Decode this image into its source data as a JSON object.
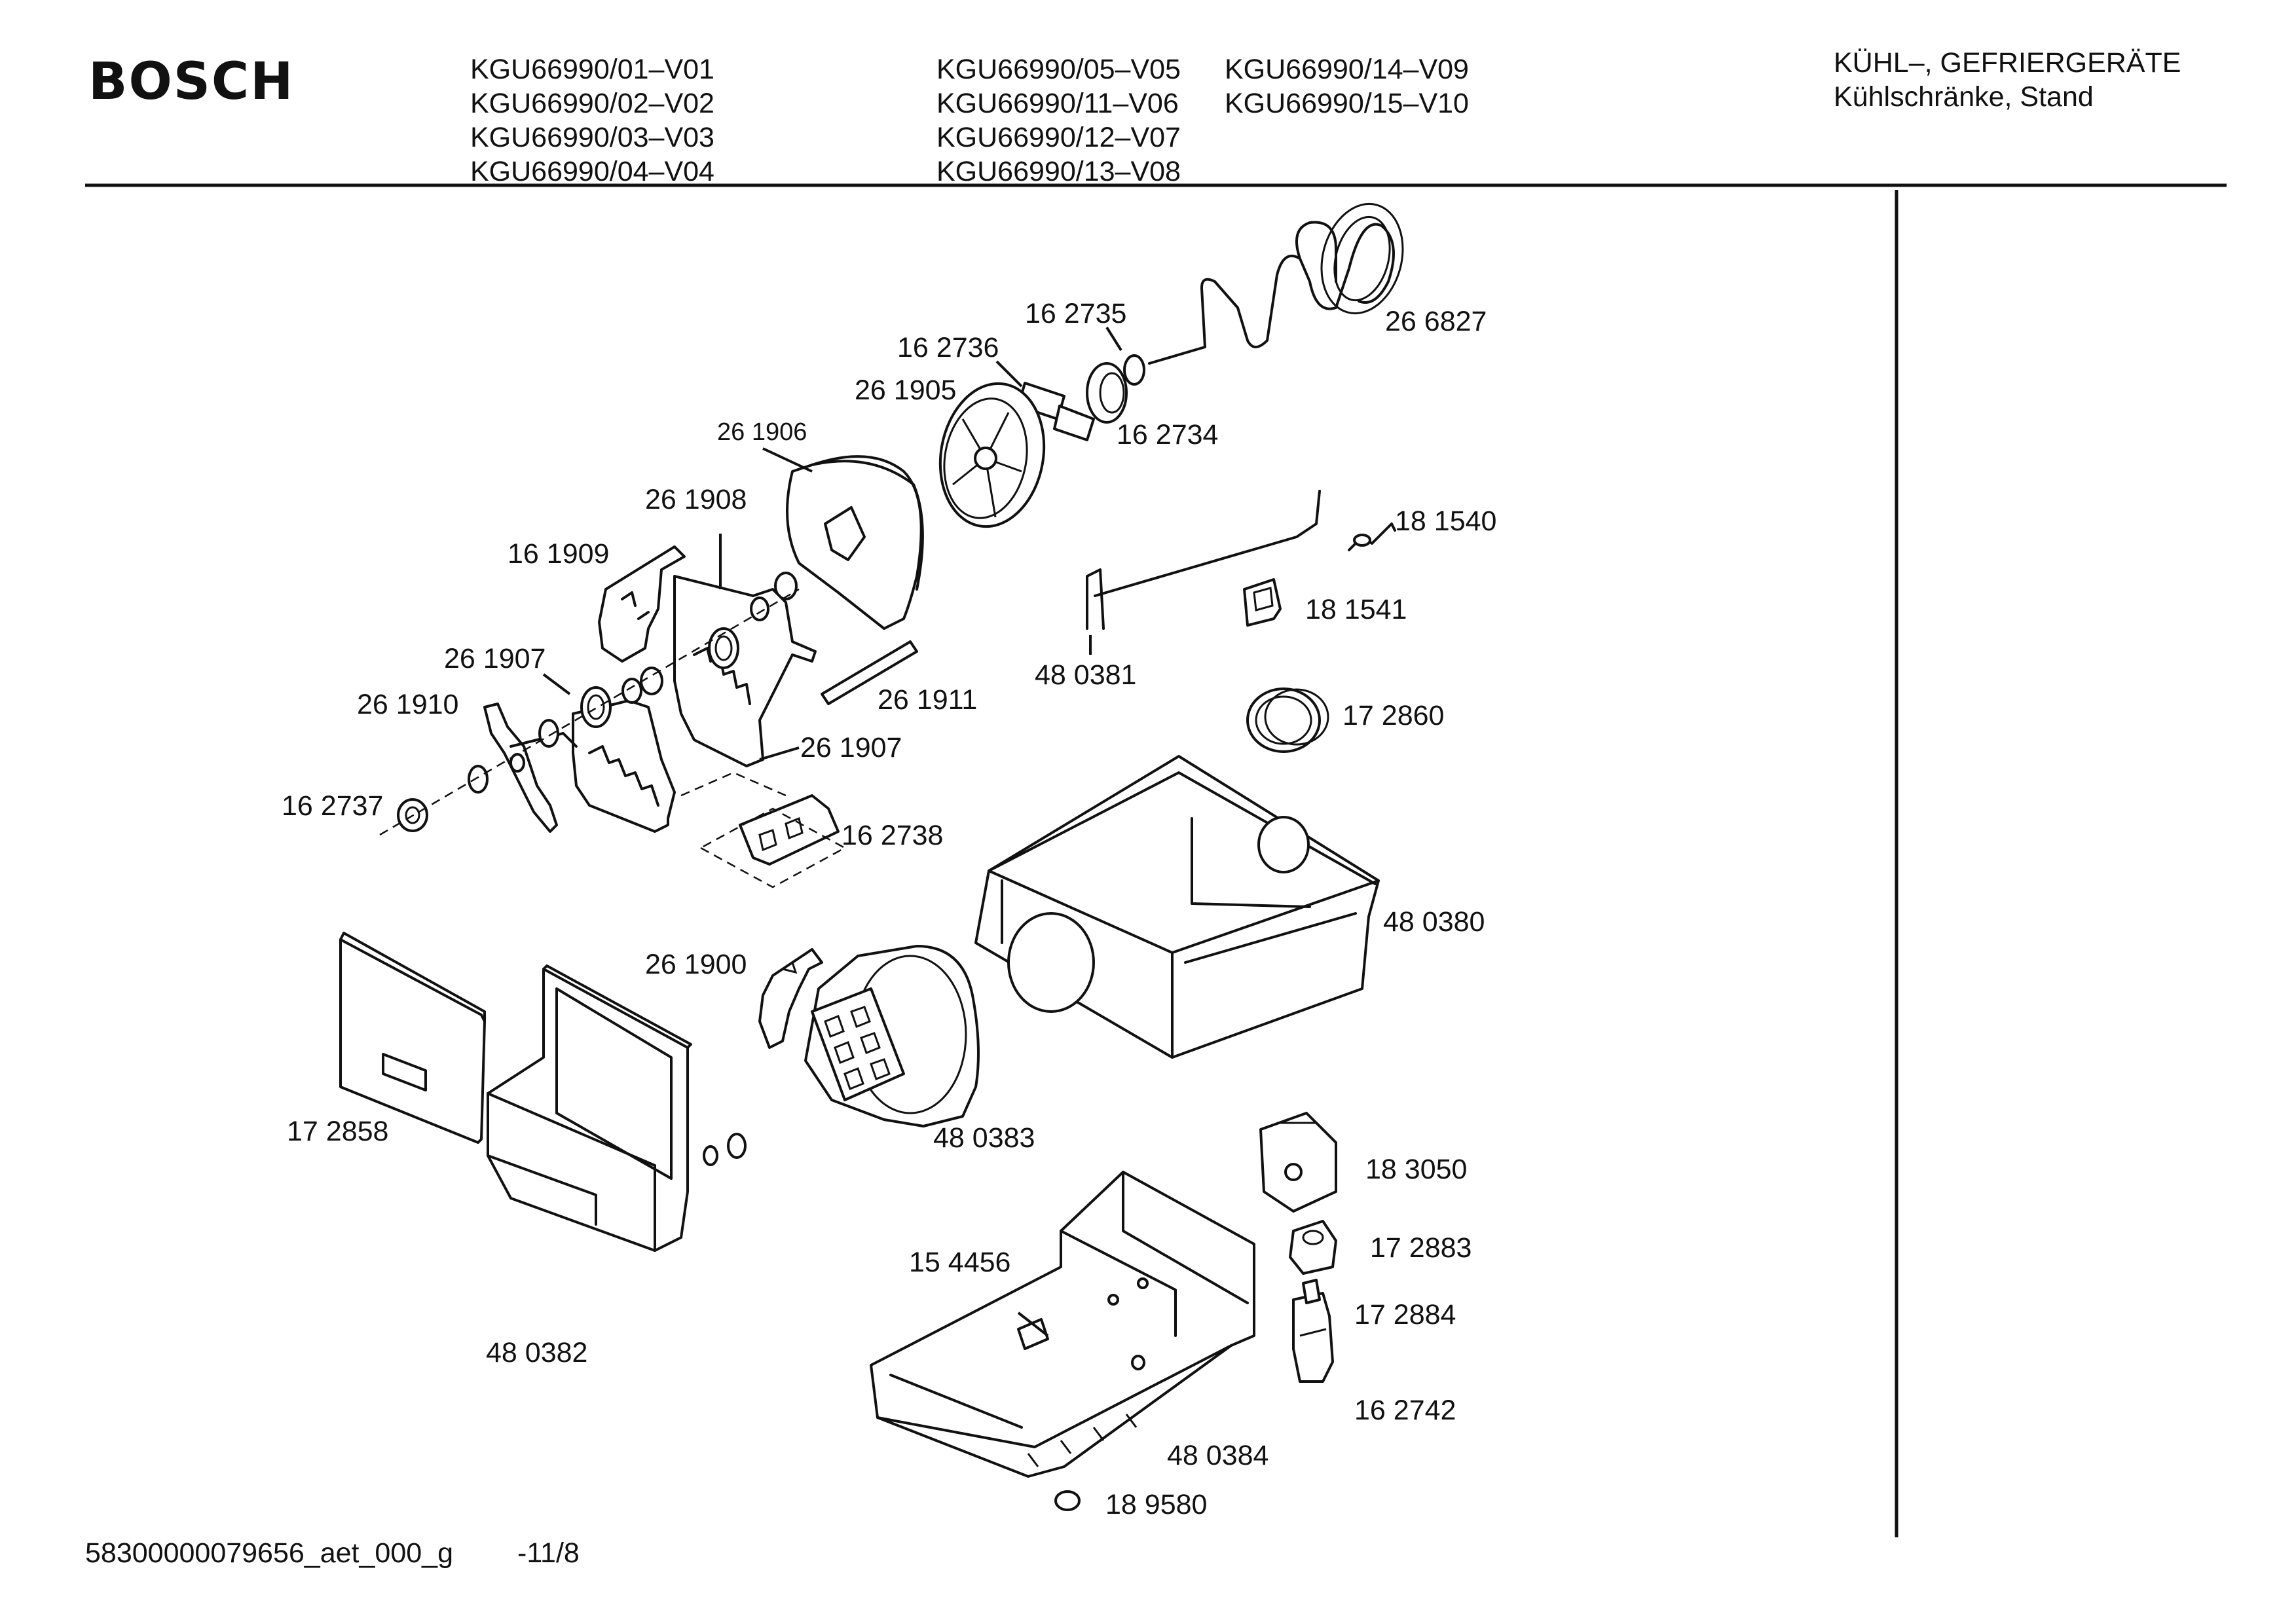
{
  "header": {
    "brand": "BOSCH",
    "models_col1": [
      "KGU66990/01–V01",
      "KGU66990/02–V02",
      "KGU66990/03–V03",
      "KGU66990/04–V04"
    ],
    "models_col2": [
      "KGU66990/05–V05",
      "KGU66990/11–V06",
      "KGU66990/12–V07",
      "KGU66990/13–V08"
    ],
    "models_col3": [
      "KGU66990/14–V09",
      "KGU66990/15–V10"
    ],
    "category_line1": "KÜHL–, GEFRIERGERÄTE",
    "category_line2": "Kühlschränke, Stand"
  },
  "parts": [
    {
      "number": "16 2735"
    },
    {
      "number": "26 6827"
    },
    {
      "number": "16 2736"
    },
    {
      "number": "26 1905"
    },
    {
      "number": "16 2734"
    },
    {
      "number": "26 1906"
    },
    {
      "number": "26 1908"
    },
    {
      "number": "18 1540"
    },
    {
      "number": "16 1909"
    },
    {
      "number": "18 1541"
    },
    {
      "number": "26 1907"
    },
    {
      "number": "48 0381"
    },
    {
      "number": "26 1911"
    },
    {
      "number": "26 1910"
    },
    {
      "number": "17 2860"
    },
    {
      "number": "26 1907"
    },
    {
      "number": "16 2737"
    },
    {
      "number": "16 2738"
    },
    {
      "number": "48 0380"
    },
    {
      "number": "26 1900"
    },
    {
      "number": "17 2858"
    },
    {
      "number": "48 0383"
    },
    {
      "number": "18 3050"
    },
    {
      "number": "15 4456"
    },
    {
      "number": "17 2883"
    },
    {
      "number": "17 2884"
    },
    {
      "number": "48 0382"
    },
    {
      "number": "16 2742"
    },
    {
      "number": "48 0384"
    },
    {
      "number": "18 9580"
    }
  ],
  "footer": {
    "doc_id": "58300000079656_aet_000_g",
    "page": "-11/8"
  }
}
